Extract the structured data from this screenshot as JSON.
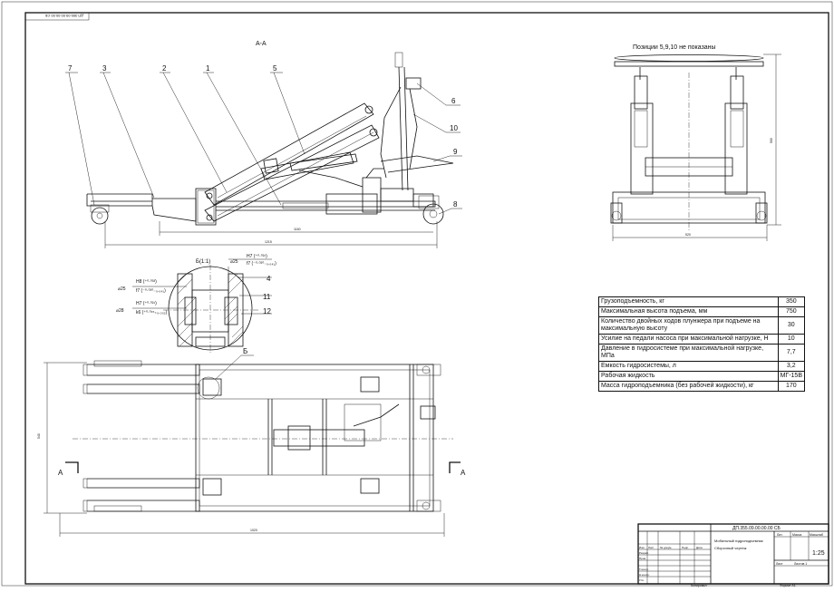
{
  "sheet": {
    "corner_code": "ДП.355.09.00.00.00 СБ",
    "section_title": "А-А",
    "positions_note": "Позиции 5,9,10 не показаны",
    "detail_title": "Б(1:1)",
    "leaders_side": [
      "7",
      "3",
      "2",
      "1",
      "5",
      "6",
      "10",
      "9",
      "8"
    ],
    "leaders_detail": [
      "4",
      "11",
      "12"
    ],
    "section_marks": [
      "А",
      "А"
    ],
    "detail_mark": "Б",
    "fits": {
      "upper_dia": "⌀25",
      "upper_fit_top": "H8 (⁺⁰·⁰³³)",
      "upper_fit_bottom": "f7 (⁻⁰·⁰²⁰₋₀.₀₄₁)",
      "right_dia": "⌀25",
      "right_fit_top": "H7 (⁺⁰·⁰²¹)",
      "right_fit_bottom": "f7 (⁻⁰·⁰²⁰₋₀.₀₄₁)",
      "lower_dia": "⌀28",
      "lower_fit_top": "H7 (⁺⁰·⁰²¹)",
      "lower_fit_bottom": "k6 (⁺⁰·⁰¹⁵₊₀.₀₀₂)"
    },
    "dims": {
      "side_overall": "1215",
      "side_wheelbase": "1160",
      "plan_length": "1020",
      "plan_width": "540",
      "front_height": "560",
      "front_width": "520"
    }
  },
  "specs": [
    {
      "label": "Грузоподъемность, кг",
      "value": "350"
    },
    {
      "label": "Максимальная высота подъема, мм",
      "value": "750"
    },
    {
      "label": "Количество двойных ходов плунжера при подъеме на максимальную высоту",
      "value": "30"
    },
    {
      "label": "Усилие на педали насоса при максимальной нагрузке, Н",
      "value": "10"
    },
    {
      "label": "Давление в гидросистеме при максимальной нагрузке, МПа",
      "value": "7,7"
    },
    {
      "label": "Емкость гидросистемы, л",
      "value": "3,2"
    },
    {
      "label": "Рабочая жидкость",
      "value": "МГ-15В"
    },
    {
      "label": "Масса гидроподъемника (без рабочей жидкости), кг",
      "value": "170"
    }
  ],
  "title_block": {
    "designation": "ДП.355.09.00.00.00 СБ",
    "name_line1": "Мобильный гидроподъемник",
    "name_line2": "Сборочный чертеж",
    "col_lit": "Лит.",
    "col_mass": "Масса",
    "col_scale": "Масштаб",
    "scale": "1:25",
    "sheet_label": "Лист",
    "sheets_label": "Листов 1",
    "rows": [
      "Изм.",
      "Лист",
      "№ докум.",
      "Подп.",
      "Дата"
    ],
    "roles": [
      "Разраб.",
      "Пров.",
      "Т.контр.",
      "Н.контр.",
      "Утв."
    ],
    "bottom_copy": "Копировал",
    "bottom_format": "Формат A1"
  }
}
